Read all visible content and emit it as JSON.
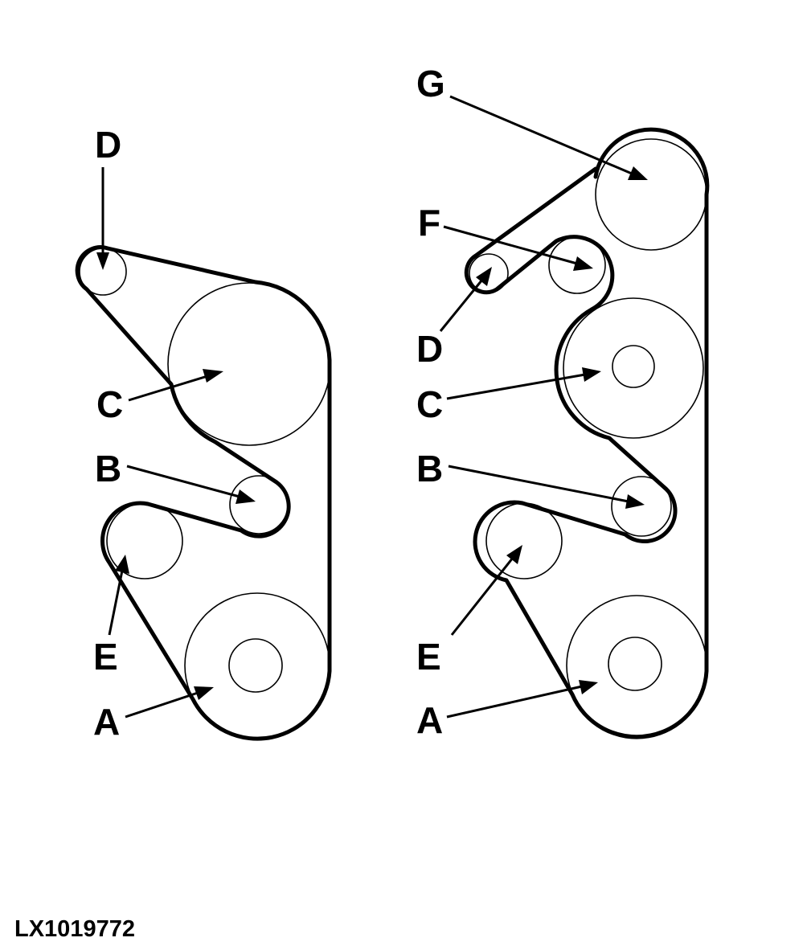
{
  "figure_id": "LX1019772",
  "left_diagram": {
    "labels": {
      "D": "D",
      "C": "C",
      "B": "B",
      "E": "E",
      "A": "A"
    }
  },
  "right_diagram": {
    "labels": {
      "G": "G",
      "F": "F",
      "D": "D",
      "C": "C",
      "B": "B",
      "E": "E",
      "A": "A"
    }
  }
}
